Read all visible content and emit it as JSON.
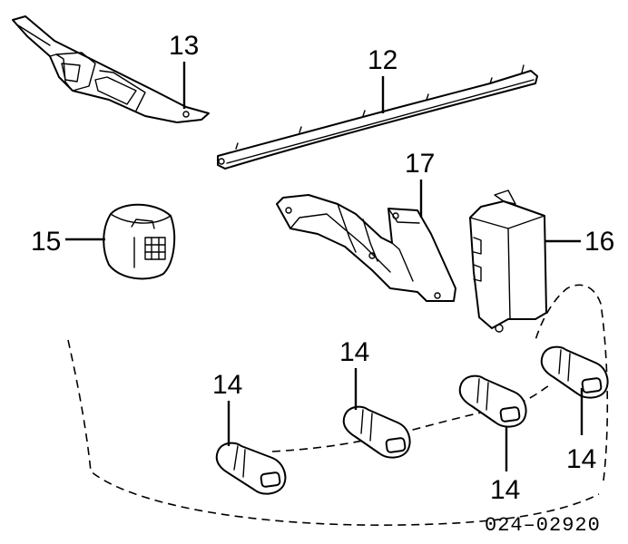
{
  "diagram": {
    "callouts": {
      "bracket_13": "13",
      "trim_strip_12": "12",
      "bracket_17": "17",
      "control_module_16": "16",
      "buzzer_15": "15",
      "sensor_outer_left": "14",
      "sensor_inner_left": "14",
      "sensor_inner_right": "14",
      "sensor_outer_right": "14"
    },
    "diagram_id": "024–02920"
  }
}
